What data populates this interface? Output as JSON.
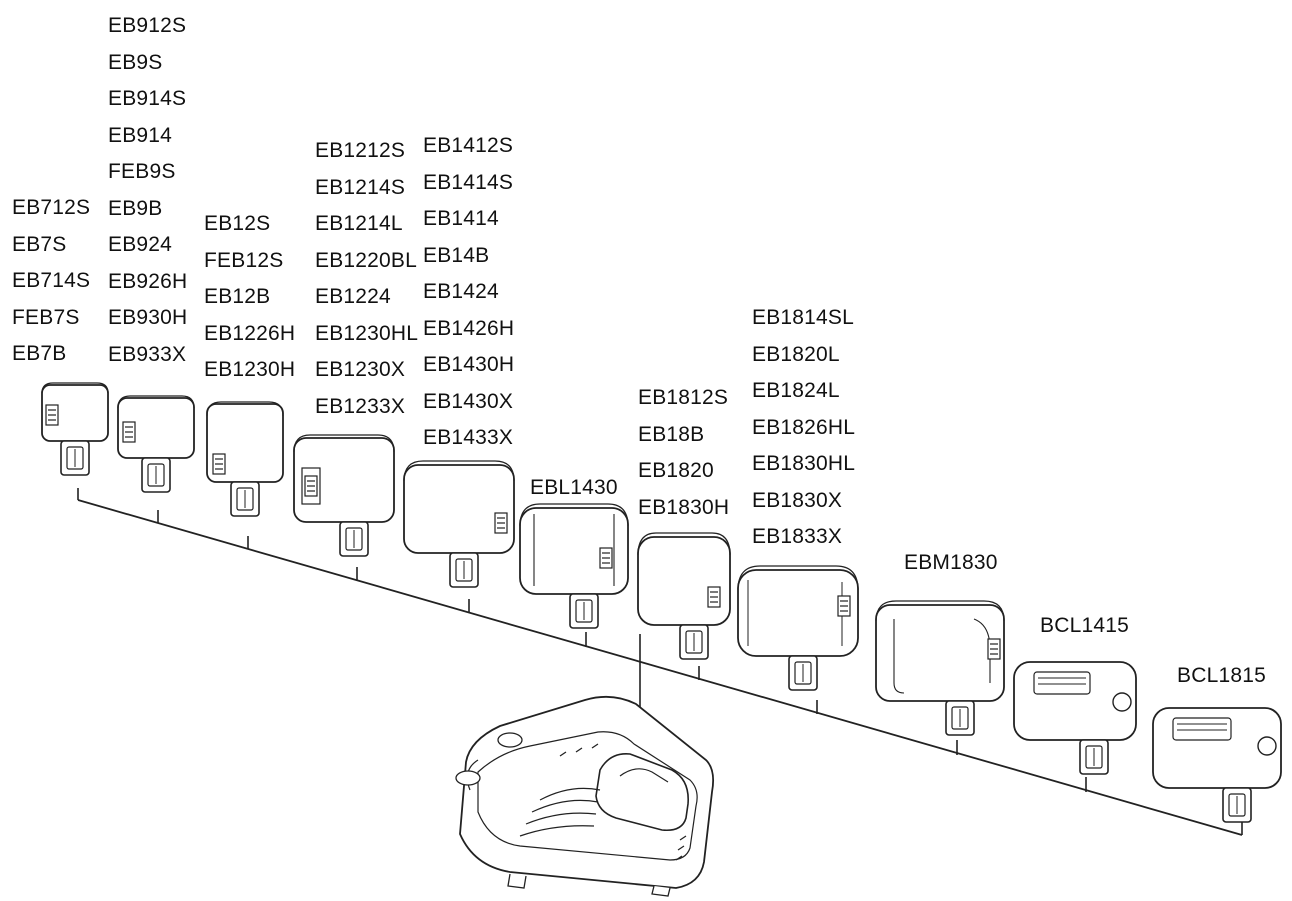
{
  "battery_groups": [
    {
      "id": "g1",
      "models": [
        "EB712S",
        "EB7S",
        "EB714S",
        "FEB7S",
        "EB7B"
      ]
    },
    {
      "id": "g2",
      "models": [
        "EB912S",
        "EB9S",
        "EB914S",
        "EB914",
        "FEB9S",
        "EB9B",
        "EB924",
        "EB926H",
        "EB930H",
        "EB933X"
      ]
    },
    {
      "id": "g3",
      "models": [
        "EB12S",
        "FEB12S",
        "EB12B",
        "EB1226H",
        "EB1230H"
      ]
    },
    {
      "id": "g4",
      "models": [
        "EB1212S",
        "EB1214S",
        "EB1214L",
        "EB1220BL",
        "EB1224",
        "EB1230HL",
        "EB1230X",
        "EB1233X"
      ]
    },
    {
      "id": "g5",
      "models": [
        "EB1412S",
        "EB1414S",
        "EB1414",
        "EB14B",
        "EB1424",
        "EB1426H",
        "EB1430H",
        "EB1430X",
        "EB1433X"
      ]
    },
    {
      "id": "g6",
      "models": [
        "EBL1430"
      ]
    },
    {
      "id": "g7",
      "models": [
        "EB1812S",
        "EB18B",
        "EB1820",
        "EB1830H"
      ]
    },
    {
      "id": "g8",
      "models": [
        "EB1814SL",
        "EB1820L",
        "EB1824L",
        "EB1826HL",
        "EB1830HL",
        "EB1830X",
        "EB1833X"
      ]
    },
    {
      "id": "g9",
      "models": [
        "EBM1830"
      ]
    },
    {
      "id": "g10",
      "models": [
        "BCL1415"
      ]
    },
    {
      "id": "g11",
      "models": [
        "BCL1815"
      ]
    }
  ],
  "line_color": "#222222"
}
